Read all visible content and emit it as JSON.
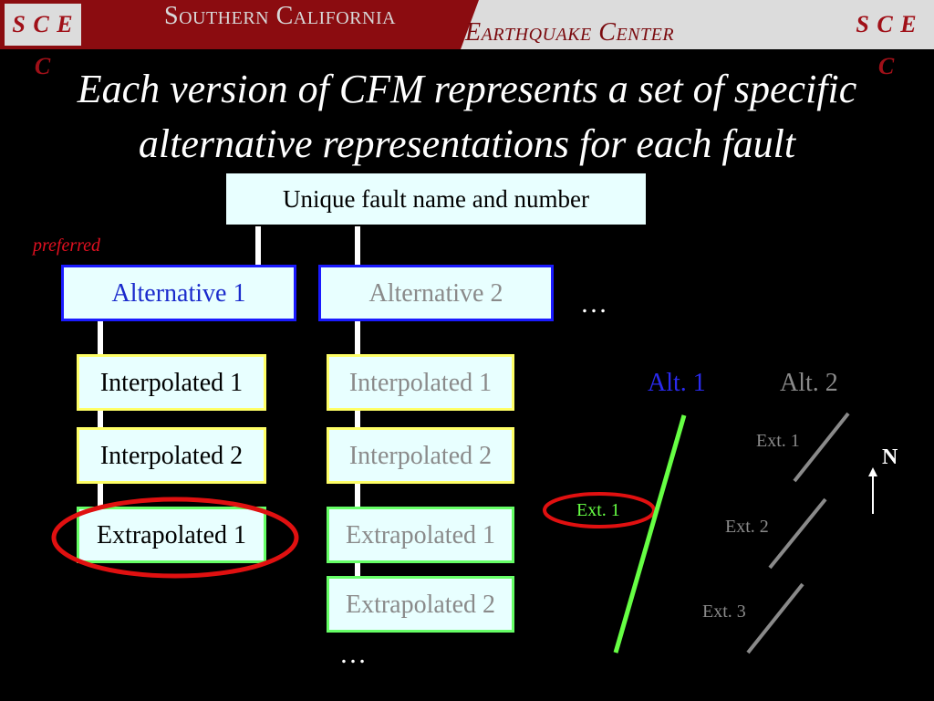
{
  "header": {
    "logo_left": "S C E C",
    "logo_right": "S C E C",
    "org_line1": "Southern California",
    "org_line2": "Earthquake Center"
  },
  "title": {
    "line1": "Each version of CFM represents a set of specific",
    "line2": "alternative representations for each fault"
  },
  "tree": {
    "root": "Unique fault name and number",
    "preferred_label": "preferred",
    "ellipsis_right": "…",
    "ellipsis_bottom": "…",
    "alternatives": [
      {
        "label": "Alternative 1",
        "children": [
          "Interpolated 1",
          "Interpolated 2",
          "Extrapolated 1"
        ]
      },
      {
        "label": "Alternative 2",
        "children": [
          "Interpolated 1",
          "Interpolated 2",
          "Extrapolated 1",
          "Extrapolated 2"
        ]
      }
    ]
  },
  "map": {
    "alt1_label": "Alt. 1",
    "alt2_label": "Alt. 2",
    "alt1_ext_label": "Ext. 1",
    "alt2_ext_labels": [
      "Ext. 1",
      "Ext. 2",
      "Ext. 3"
    ],
    "north_label": "N"
  },
  "colors": {
    "banner_red": "#8b0c10",
    "alt_border_blue": "#1a1aff",
    "interp_border_yellow": "#ffff66",
    "extrap_border_green": "#66ff66",
    "highlight_red": "#e01010",
    "fault_green": "#66ff44",
    "fault_grey": "#8a8a8a"
  }
}
